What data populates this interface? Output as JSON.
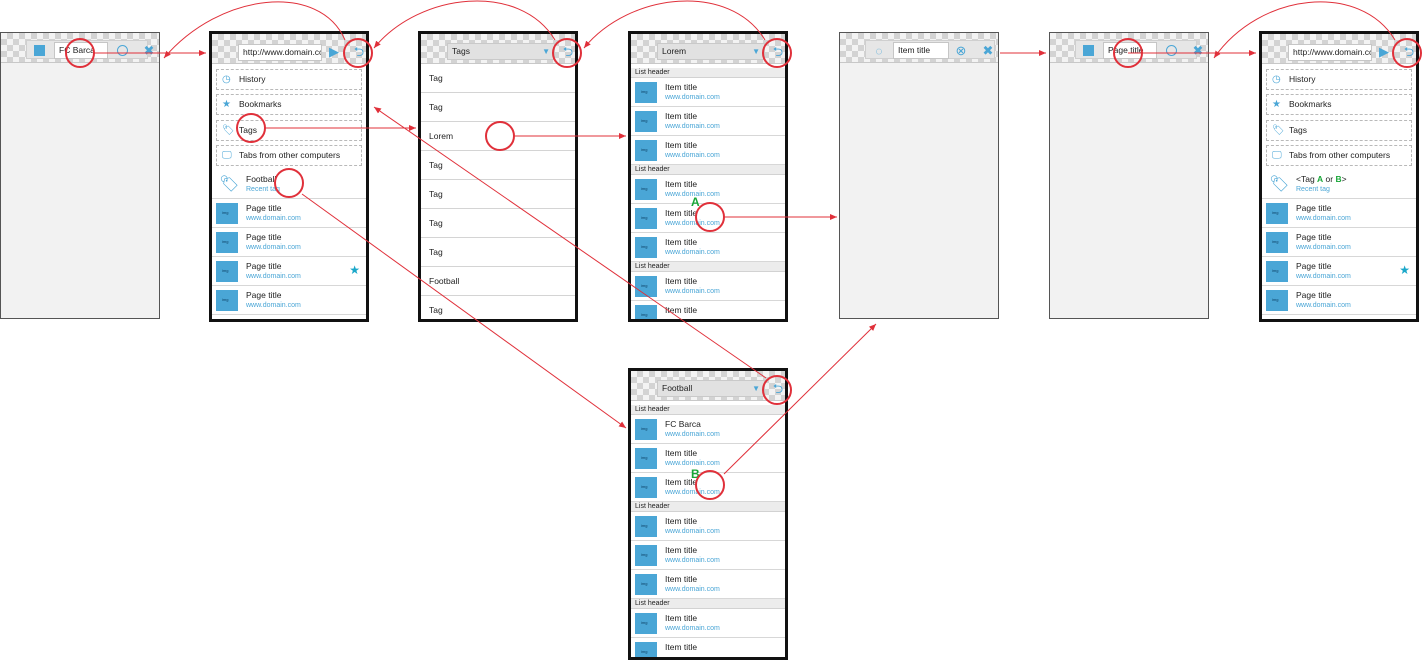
{
  "colors": {
    "accent": "#4aa6d6",
    "annotation_red": "#e0303a",
    "label_green": "#18a637"
  },
  "screens": {
    "s1": {
      "field": "FC Barca"
    },
    "s2": {
      "url": "http://www.domain.co",
      "menu": [
        "History",
        "Bookmarks",
        "Tags",
        "Tabs from other computers"
      ],
      "recent": {
        "title": "Football",
        "subtitle": "Recent tag"
      },
      "pages": [
        {
          "title": "Page title",
          "url": "www.domain.com"
        },
        {
          "title": "Page title",
          "url": "www.domain.com"
        },
        {
          "title": "Page title",
          "url": "www.domain.com"
        },
        {
          "title": "Page title",
          "url": "www.domain.com"
        }
      ]
    },
    "s3": {
      "select": "Tags",
      "tags": [
        "Tag",
        "Tag",
        "Lorem",
        "Tag",
        "Tag",
        "Tag",
        "Tag",
        "Football",
        "Tag"
      ]
    },
    "s4": {
      "select": "Lorem",
      "header": "List header",
      "item_title": "Item title",
      "item_url": "www.domain.com",
      "marker": "A"
    },
    "s5": {
      "field": "Item title"
    },
    "s6": {
      "field": "Page title"
    },
    "s7": {
      "url": "http://www.domain.co",
      "menu": [
        "History",
        "Bookmarks",
        "Tags",
        "Tabs from other computers"
      ],
      "recent": {
        "title_prefix": "<Tag ",
        "a": "A",
        "or": " or ",
        "b": "B",
        "suffix": ">",
        "subtitle": "Recent tag"
      },
      "pages": [
        {
          "title": "Page title",
          "url": "www.domain.com"
        },
        {
          "title": "Page title",
          "url": "www.domain.com"
        },
        {
          "title": "Page title",
          "url": "www.domain.com"
        },
        {
          "title": "Page title",
          "url": "www.domain.com"
        }
      ]
    },
    "s8": {
      "select": "Football",
      "header": "List header",
      "first_title": "FC Barca",
      "item_title": "Item title",
      "item_url": "www.domain.com",
      "marker": "B"
    }
  }
}
